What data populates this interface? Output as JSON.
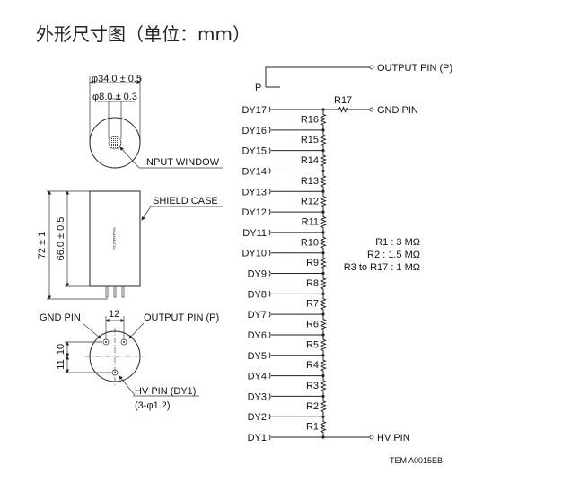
{
  "title": "外形尺寸图（单位：mm）",
  "outline": {
    "dia_outer": "φ34.0 ± 0.5",
    "dia_window": "φ8.0 ± 0.3",
    "input_window": "INPUT WINDOW",
    "shield_case": "SHIELD CASE",
    "height_total": "72 ± 1",
    "height_body": "66.0 ± 0.5",
    "case_marking": "HAMAMATSU",
    "pin_spacing": "12",
    "dim_10": "10",
    "dim_11": "11",
    "gnd_pin": "GND PIN",
    "output_pin": "OUTPUT PIN (P)",
    "hv_pin": "HV PIN (DY1)",
    "pin_dia": "(3-φ1.2)"
  },
  "circuit": {
    "output_pin": "OUTPUT PIN (P)",
    "anode": "P",
    "r17": "R17",
    "gnd_pin": "GND PIN",
    "hv_pin": "HV PIN",
    "dynodes": [
      "DY17",
      "DY16",
      "DY15",
      "DY14",
      "DY13",
      "DY12",
      "DY11",
      "DY10",
      "DY9",
      "DY8",
      "DY7",
      "DY6",
      "DY5",
      "DY4",
      "DY3",
      "DY2",
      "DY1"
    ],
    "resistors": [
      "R16",
      "R15",
      "R14",
      "R13",
      "R12",
      "R11",
      "R10",
      "R9",
      "R8",
      "R7",
      "R6",
      "R5",
      "R4",
      "R3",
      "R2",
      "R1"
    ],
    "notes": [
      "R1 : 3 MΩ",
      "R2 : 1.5 MΩ",
      "R3 to R17 : 1 MΩ"
    ]
  },
  "figure_code": "TEM A0015EB"
}
